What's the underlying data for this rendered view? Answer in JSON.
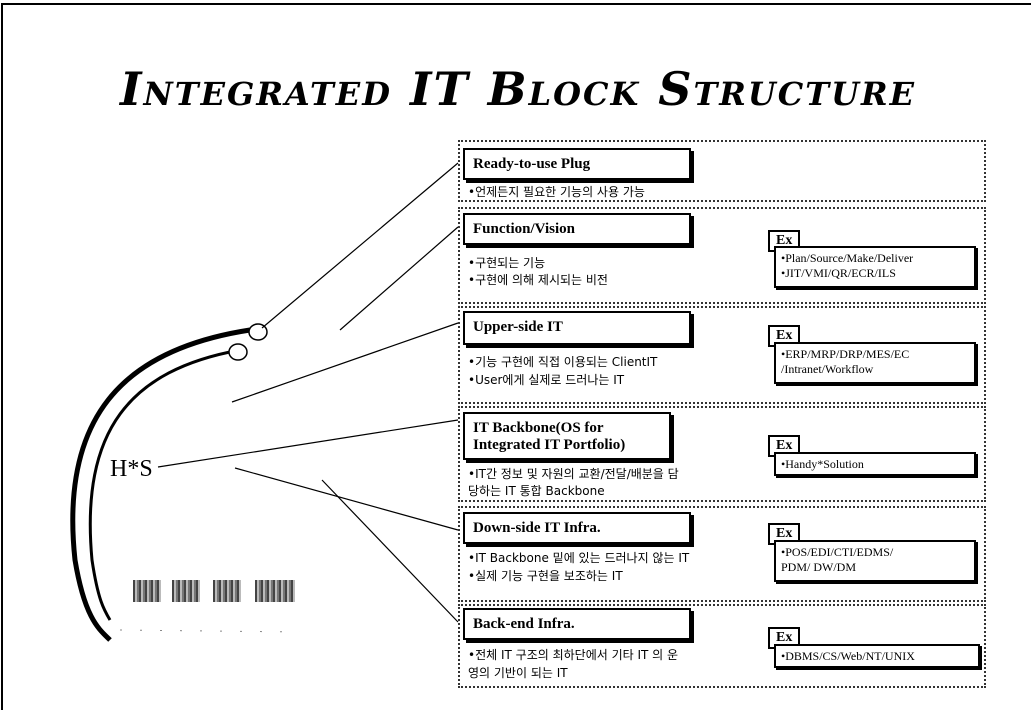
{
  "title": "Integrated IT Block Structure",
  "center_label": "H*S",
  "sections": [
    {
      "header": "Ready-to-use Plug",
      "desc": [
        "•언제든지 필요한 기능의 사용 가능"
      ],
      "examples": []
    },
    {
      "header": "Function/Vision",
      "desc": [
        "•구현되는 기능",
        "•구현에 의해 제시되는 비전"
      ],
      "ex_label": "Ex",
      "examples": [
        "•Plan/Source/Make/Deliver",
        "•JIT/VMI/QR/ECR/ILS"
      ]
    },
    {
      "header": "Upper-side IT",
      "desc": [
        "•기능 구현에 직접 이용되는 ClientIT",
        "•User에게 실제로 드러나는 IT"
      ],
      "ex_label": "Ex",
      "examples": [
        "•ERP/MRP/DRP/MES/EC",
        "/Intranet/Workflow"
      ]
    },
    {
      "header": "IT Backbone(OS for Integrated IT Portfolio)",
      "desc": [
        "•IT간 정보 및 자원의 교환/전달/배분을 담",
        "당하는 IT 통합 Backbone"
      ],
      "ex_label": "Ex",
      "examples": [
        "•Handy*Solution"
      ]
    },
    {
      "header": "Down-side IT Infra.",
      "desc": [
        "•IT Backbone 밑에 있는 드러나지 않는 IT",
        "•실제 기능 구현을 보조하는 IT"
      ],
      "ex_label": "Ex",
      "examples": [
        "•POS/EDI/CTI/EDMS/",
        "PDM/ DW/DM"
      ]
    },
    {
      "header": "Back-end Infra.",
      "desc": [
        "•전체 IT 구조의 최하단에서 기타 IT 의 운",
        "영의 기반이 되는 IT"
      ],
      "ex_label": "Ex",
      "examples": [
        "•DBMS/CS/Web/NT/UNIX"
      ]
    }
  ]
}
